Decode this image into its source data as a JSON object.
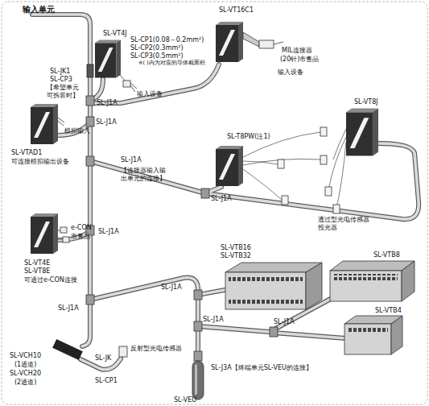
{
  "diagram": {
    "title": "输入单元",
    "labels": [
      "SL-VT4J",
      "SL-CP1(0.08～0.2mm²)",
      "SL-CP2(0.3mm²)",
      "SL-CP3(0.5mm²)",
      "※( )内为对应的导体截面积",
      "输入设备",
      "SL-VT16C1",
      "MIL连接器",
      "(20针)市售品",
      "输入设备",
      "SL-JK1",
      "SL-CP3",
      "【希望单元 可拆装时】",
      "SL-J1A",
      "SL-J1A",
      "模拟输入",
      "SL-VTAD1",
      "可连接模拟输出设备",
      "SL-T8PW(注1)",
      "SL-VT8J",
      "SL-J1A",
      "【连接器输入输出单元的连接】",
      "SL-J1A",
      "透过型光电传感器 投光器",
      "e-CON",
      "市售品",
      "SL-J1A",
      "SL-VT4E",
      "SL-VT8E",
      "可通过e-CON连接",
      "SL-VTB16",
      "SL-VTB32",
      "SL-VTB8",
      "SL-J1A",
      "SL-J1A",
      "SL-VTB4",
      "SL-J1A",
      "SL-J1A",
      "SL-VCH10",
      "(1通道)",
      "SL-VCH20",
      "(2通道)",
      "SL-JK",
      "反射型光电传感器",
      "SL-CP1",
      "SL-J3A【终端单元SL-VEU的连接】",
      "SL-VEU"
    ]
  }
}
